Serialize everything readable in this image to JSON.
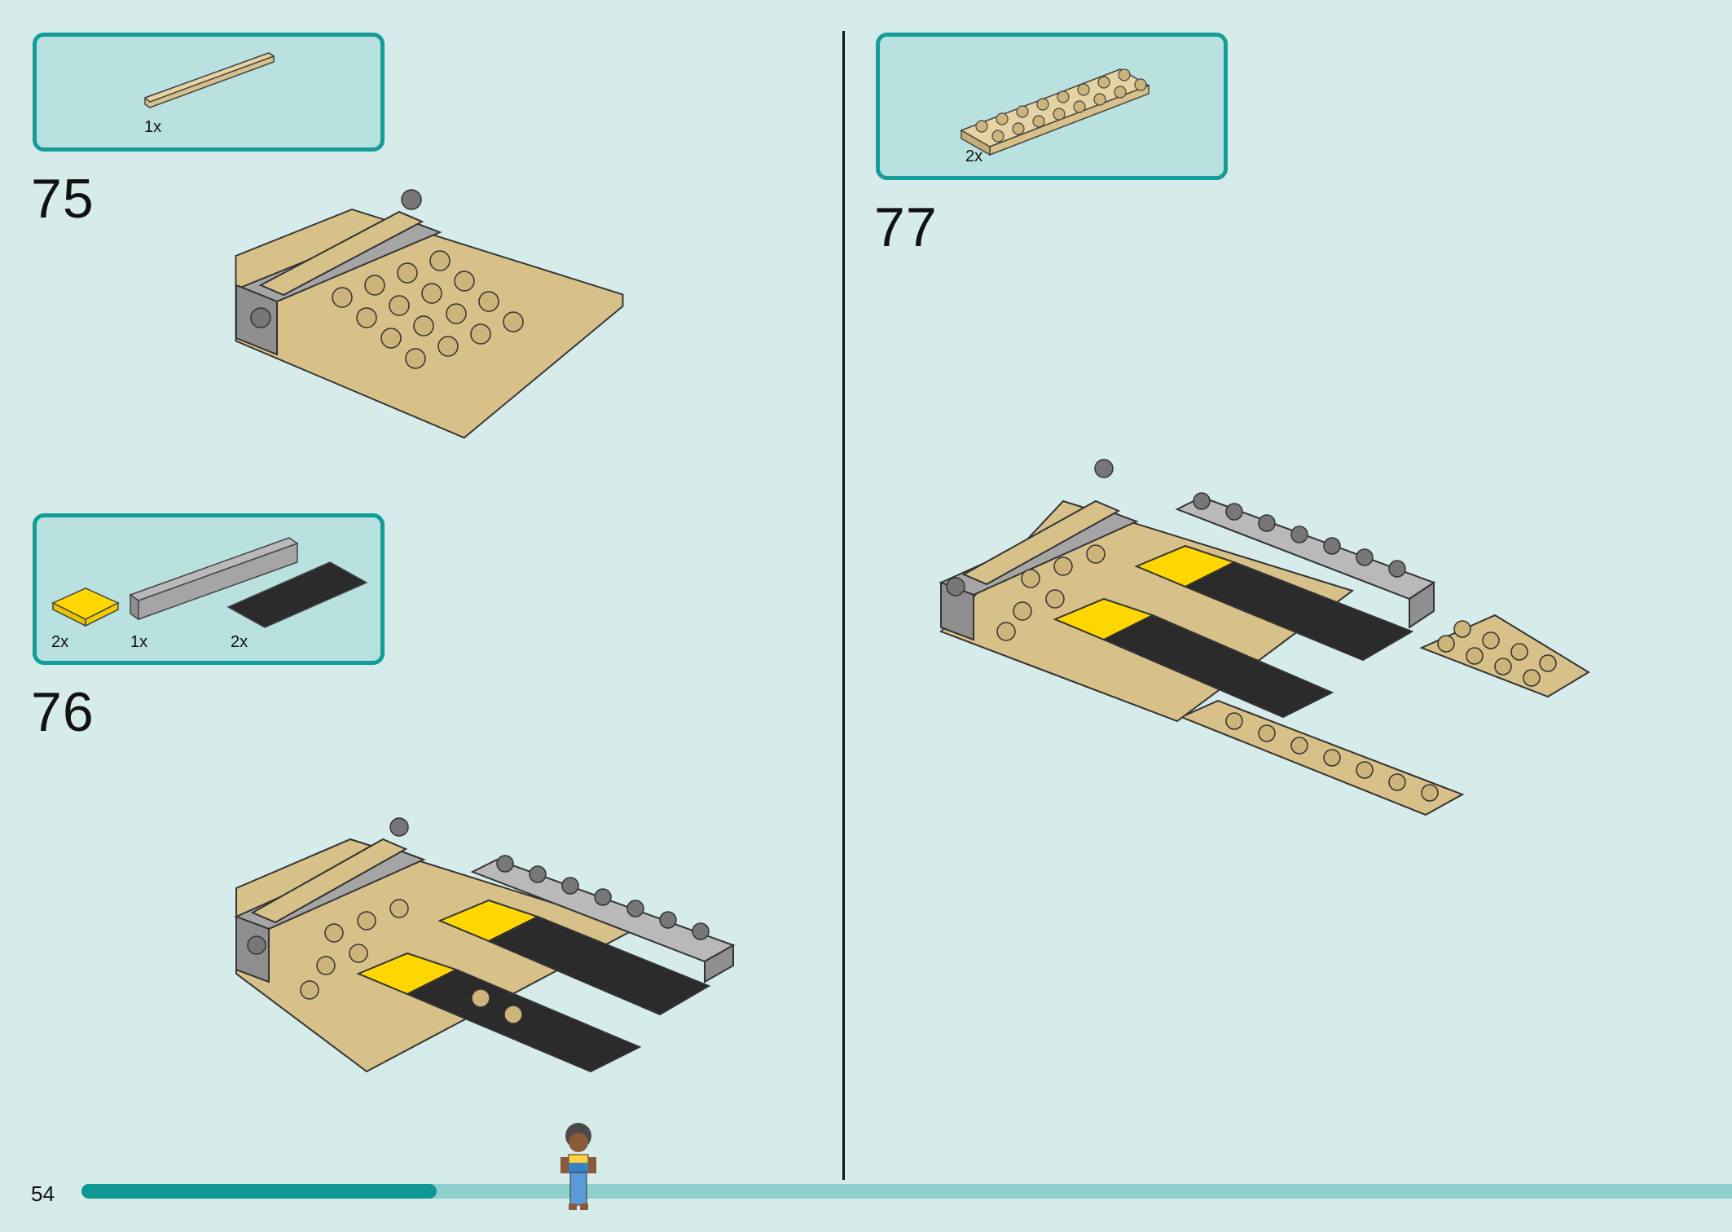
{
  "page": {
    "number": "54",
    "progress_percent": 21.5
  },
  "steps": [
    {
      "number": "75",
      "parts": [
        {
          "qty": "1x",
          "icon": "tan-tile-1x8"
        }
      ]
    },
    {
      "number": "76",
      "parts": [
        {
          "qty": "2x",
          "icon": "yellow-tile-2x2"
        },
        {
          "qty": "1x",
          "icon": "gray-brick-1x8"
        },
        {
          "qty": "2x",
          "icon": "black-tile-2x6"
        }
      ]
    },
    {
      "number": "77",
      "parts": [
        {
          "qty": "2x",
          "icon": "tan-plate-2x8"
        }
      ]
    }
  ],
  "colors": {
    "background": "#d6ecea",
    "box_fill": "#b9e1df",
    "box_border": "#139c98",
    "tan": "#d8c089",
    "gray": "#a5a5a5",
    "yellow": "#ffd700",
    "black": "#2b2b2b",
    "progress_fill": "#0f9893",
    "progress_track": "#8ccfcb"
  }
}
